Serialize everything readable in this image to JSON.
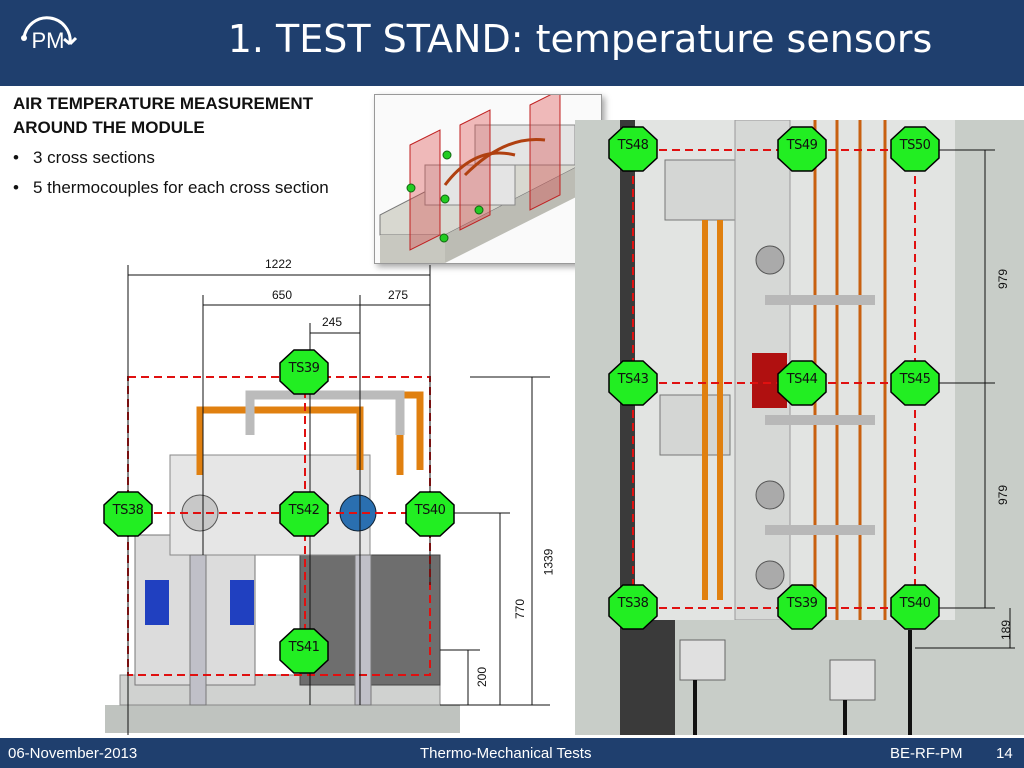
{
  "header": {
    "title": "1. TEST STAND: temperature sensors",
    "logo_text": "PM"
  },
  "content": {
    "heading_line1": "AIR TEMPERATURE MEASUREMENT",
    "heading_line2": "AROUND THE MODULE",
    "bullets": [
      "3 cross sections",
      "5 thermocouples for each cross section"
    ]
  },
  "left_view": {
    "dimensions": {
      "d1222": "1222",
      "d650": "650",
      "d275": "275",
      "d245": "245",
      "d1339": "1339",
      "d770": "770",
      "d200": "200"
    },
    "sensors": [
      "TS39",
      "TS38",
      "TS42",
      "TS40",
      "TS41"
    ]
  },
  "right_view": {
    "dimensions": {
      "d979a": "979",
      "d979b": "979",
      "d189": "189"
    },
    "sensors": [
      "TS48",
      "TS49",
      "TS50",
      "TS43",
      "TS44",
      "TS45",
      "TS38",
      "TS39",
      "TS40"
    ]
  },
  "footer": {
    "date": "06-November-2013",
    "center": "Thermo-Mechanical Tests",
    "dept": "BE-RF-PM",
    "page": "14"
  },
  "colors": {
    "header_bg": "#1f3f6e",
    "sensor_fill": "#22ee22",
    "section_line": "#e01010"
  }
}
